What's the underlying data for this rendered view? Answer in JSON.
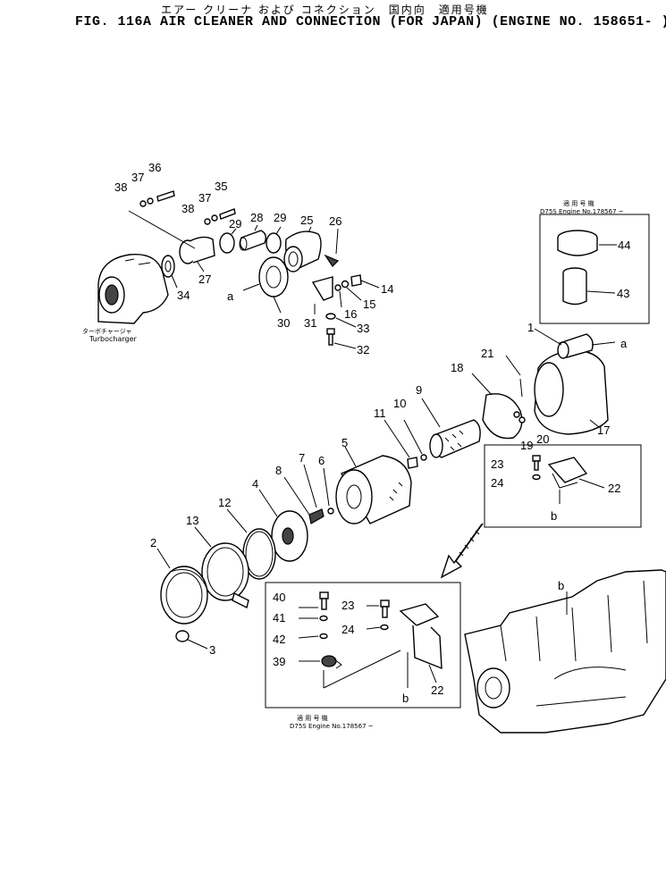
{
  "header": {
    "japanese": "エアー クリーナ および コネクション　国内向　適用号機",
    "english": "FIG. 116A  AIR CLEANER AND CONNECTION (FOR JAPAN) (ENGINE NO. 158651- )"
  },
  "notes": {
    "turbo_jp": "ターボチャージャ",
    "turbo_en": "Turbocharger",
    "apply_jp": "適 用 号 機",
    "apply_en": "D75S Engine No.178567 ~"
  },
  "parts": [
    {
      "id": "1"
    },
    {
      "id": "2"
    },
    {
      "id": "3"
    },
    {
      "id": "4"
    },
    {
      "id": "5"
    },
    {
      "id": "6"
    },
    {
      "id": "7"
    },
    {
      "id": "8"
    },
    {
      "id": "9"
    },
    {
      "id": "10"
    },
    {
      "id": "11"
    },
    {
      "id": "12"
    },
    {
      "id": "13"
    },
    {
      "id": "14"
    },
    {
      "id": "15"
    },
    {
      "id": "16"
    },
    {
      "id": "17"
    },
    {
      "id": "18"
    },
    {
      "id": "19"
    },
    {
      "id": "20"
    },
    {
      "id": "21"
    },
    {
      "id": "22"
    },
    {
      "id": "22b"
    },
    {
      "id": "23"
    },
    {
      "id": "23b"
    },
    {
      "id": "24"
    },
    {
      "id": "24b"
    },
    {
      "id": "25"
    },
    {
      "id": "26"
    },
    {
      "id": "27"
    },
    {
      "id": "28"
    },
    {
      "id": "29"
    },
    {
      "id": "29b"
    },
    {
      "id": "30"
    },
    {
      "id": "31"
    },
    {
      "id": "32"
    },
    {
      "id": "33"
    },
    {
      "id": "34"
    },
    {
      "id": "35"
    },
    {
      "id": "36"
    },
    {
      "id": "37"
    },
    {
      "id": "37b"
    },
    {
      "id": "38"
    },
    {
      "id": "38b"
    },
    {
      "id": "39"
    },
    {
      "id": "40"
    },
    {
      "id": "41"
    },
    {
      "id": "42"
    },
    {
      "id": "43"
    },
    {
      "id": "44"
    }
  ],
  "labels": {
    "p1": "1",
    "p2": "2",
    "p3": "3",
    "p4": "4",
    "p5": "5",
    "p6": "6",
    "p7": "7",
    "p8": "8",
    "p9": "9",
    "p10": "10",
    "p11": "11",
    "p12": "12",
    "p13": "13",
    "p14": "14",
    "p15": "15",
    "p16": "16",
    "p17": "17",
    "p18": "18",
    "p19": "19",
    "p20": "20",
    "p21": "21",
    "p22": "22",
    "p23": "23",
    "p24": "24",
    "p25": "25",
    "p26": "26",
    "p27": "27",
    "p28": "28",
    "p29": "29",
    "p30": "30",
    "p31": "31",
    "p32": "32",
    "p33": "33",
    "p34": "34",
    "p35": "35",
    "p36": "36",
    "p37": "37",
    "p38": "38",
    "p39": "39",
    "p40": "40",
    "p41": "41",
    "p42": "42",
    "p43": "43",
    "p44": "44",
    "ref_a": "a",
    "ref_b": "b"
  }
}
